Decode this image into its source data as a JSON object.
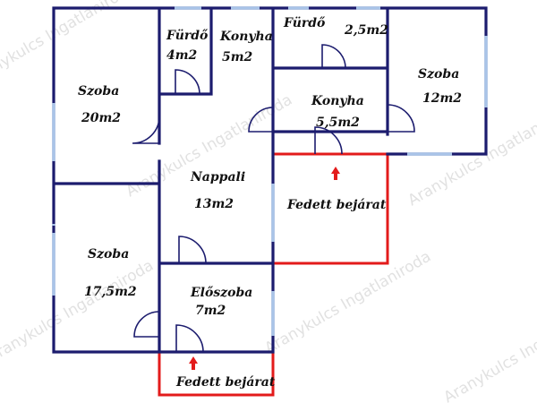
{
  "watermark": "Aranykulcs Ingatlaniroda",
  "colors": {
    "wall": "#1c1c6e",
    "window": "#a9c4e8",
    "entrance": "#e31b1b"
  },
  "rooms": {
    "szoba_nw": {
      "name": "Szoba",
      "area": "20m2"
    },
    "furdo_1": {
      "name": "Fürdő",
      "area": "4m2"
    },
    "konyha_1": {
      "name": "Konyha",
      "area": "5m2"
    },
    "furdo_2": {
      "name": "Fürdő",
      "area": "2,5m2"
    },
    "szoba_ne": {
      "name": "Szoba",
      "area": "12m2"
    },
    "konyha_2": {
      "name": "Konyha",
      "area": "5,5m2"
    },
    "nappali": {
      "name": "Nappali",
      "area": "13m2"
    },
    "szoba_sw": {
      "name": "Szoba",
      "area": "17,5m2"
    },
    "eloszoba": {
      "name": "Előszoba",
      "area": "7m2"
    }
  },
  "entrances": {
    "east": {
      "label": "Fedett bejárat"
    },
    "south": {
      "label": "Fedett bejárat"
    }
  }
}
